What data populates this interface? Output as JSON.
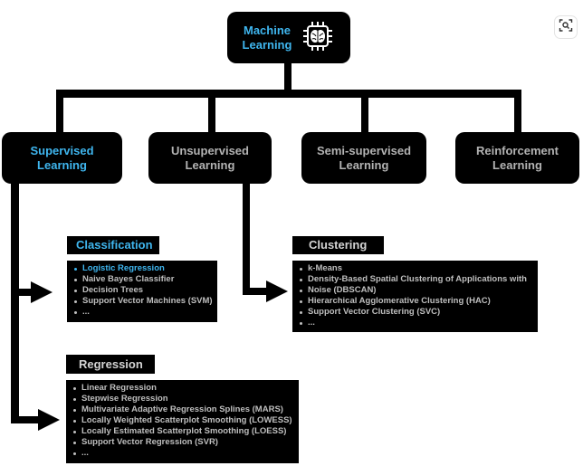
{
  "colors": {
    "background": "#ffffff",
    "box": "#000000",
    "connector": "#000000",
    "accent": "#3fb6ef",
    "text_muted": "#bfbfbf",
    "header_text": "#d4d4d4"
  },
  "root": {
    "line1": "Machine",
    "line2": "Learning",
    "icon": "brain-chip-icon"
  },
  "categories": [
    {
      "line1": "Supervised",
      "line2": "Learning",
      "highlighted": true
    },
    {
      "line1": "Unsupervised",
      "line2": "Learning",
      "highlighted": false
    },
    {
      "line1": "Semi-supervised",
      "line2": "Learning",
      "highlighted": false
    },
    {
      "line1": "Reinforcement",
      "line2": "Learning",
      "highlighted": false
    }
  ],
  "classification": {
    "title": "Classification",
    "items": [
      "Logistic Regression",
      "Naive Bayes Classifier",
      "Decision Trees",
      "Support Vector Machines (SVM)",
      "..."
    ],
    "highlighted_item": 0
  },
  "clustering": {
    "title": "Clustering",
    "items": [
      "k-Means",
      "Density-Based Spatial Clustering of Applications with",
      "Noise (DBSCAN)",
      "Hierarchical Agglomerative Clustering (HAC)",
      "Support Vector Clustering (SVC)",
      "..."
    ]
  },
  "regression": {
    "title": "Regression",
    "items": [
      "Linear Regression",
      "Stepwise Regression",
      "Multivariate Adaptive Regression Splines (MARS)",
      "Locally Weighted Scatterplot Smoothing (LOWESS)",
      "Locally Estimated Scatterplot Smoothing (LOESS)",
      "Support Vector Regression (SVR)",
      "..."
    ]
  },
  "corner_icon": "visual-search-icon"
}
